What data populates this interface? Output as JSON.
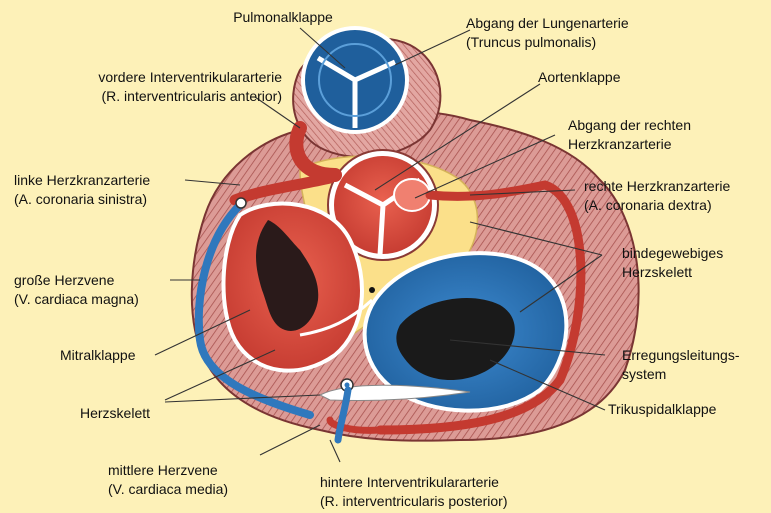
{
  "labels": {
    "pulmonalklappe": "Pulmonalklappe",
    "abgang_lungenarterie": [
      "Abgang der Lungenarterie",
      "(Truncus pulmonalis)"
    ],
    "aortenklappe": "Aortenklappe",
    "vordere_iv_arterie": [
      "vordere Interventrikulararterie",
      "(R. interventricularis anterior)"
    ],
    "abgang_rechte_kranz": [
      "Abgang der rechten",
      "Herzkranzarterie"
    ],
    "linke_kranzarterie": [
      "linke Herzkranzarterie",
      "(A. coronaria sinistra)"
    ],
    "rechte_kranzarterie": [
      "rechte Herzkranzarterie",
      "(A. coronaria dextra)"
    ],
    "bindegewebiges_skelett": [
      "bindegewebiges",
      "Herzskelett"
    ],
    "grosse_herzvene": [
      "große Herzvene",
      "(V. cardiaca magna)"
    ],
    "mitralklappe": "Mitralklappe",
    "erregungsleitung": [
      "Erregungsleitungs-",
      "system"
    ],
    "herzskelett": "Herzskelett",
    "trikuspidalklappe": "Trikuspidalklappe",
    "mittlere_herzvene": [
      "mittlere Herzvene",
      "(V. cardiaca media)"
    ],
    "hintere_iv_arterie": [
      "hintere Interventrikulararterie",
      "(R. interventricularis posterior)"
    ]
  },
  "colors": {
    "background": "#fdf1b8",
    "muscle": "#d9938f",
    "muscle_stripe": "#9a4a48",
    "artery_red": "#d8473a",
    "vein_blue": "#2f78bd",
    "skeleton_yellow": "#fbe08a",
    "leader_line": "#333333"
  }
}
